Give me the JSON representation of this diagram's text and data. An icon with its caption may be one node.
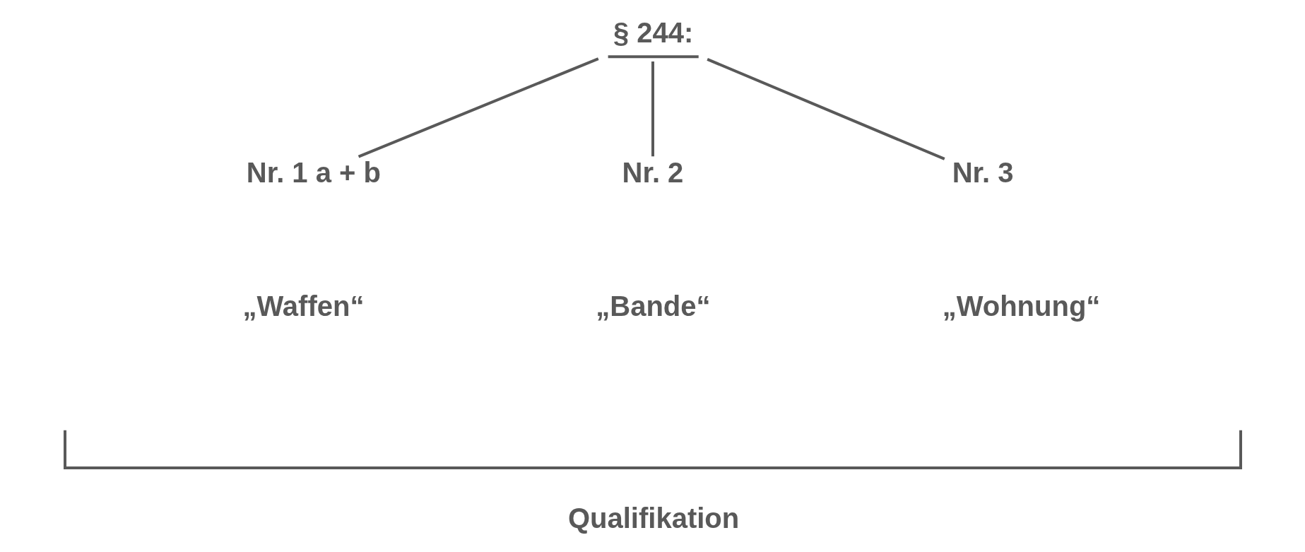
{
  "diagram": {
    "nodes": [
      {
        "text": [
          "§ 244:"
        ]
      },
      {
        "text": [
          "Nr. 1 a + b"
        ],
        "beside": [
          "„Waffen“"
        ]
      },
      {
        "text": [
          "Nr. 2"
        ],
        "beside": [
          "„Bande“"
        ]
      },
      {
        "text": [
          "Nr. 3"
        ],
        "beside": [
          "„Wohnung“"
        ]
      }
    ],
    "edges": [
      {
        "from": 0,
        "to": 1,
        "arrow": "none"
      },
      {
        "from": 0,
        "to": 2,
        "arrow": "none"
      },
      {
        "from": 0,
        "to": 3,
        "arrow": "none"
      }
    ],
    "labels": [
      "Qualifikation"
    ]
  }
}
